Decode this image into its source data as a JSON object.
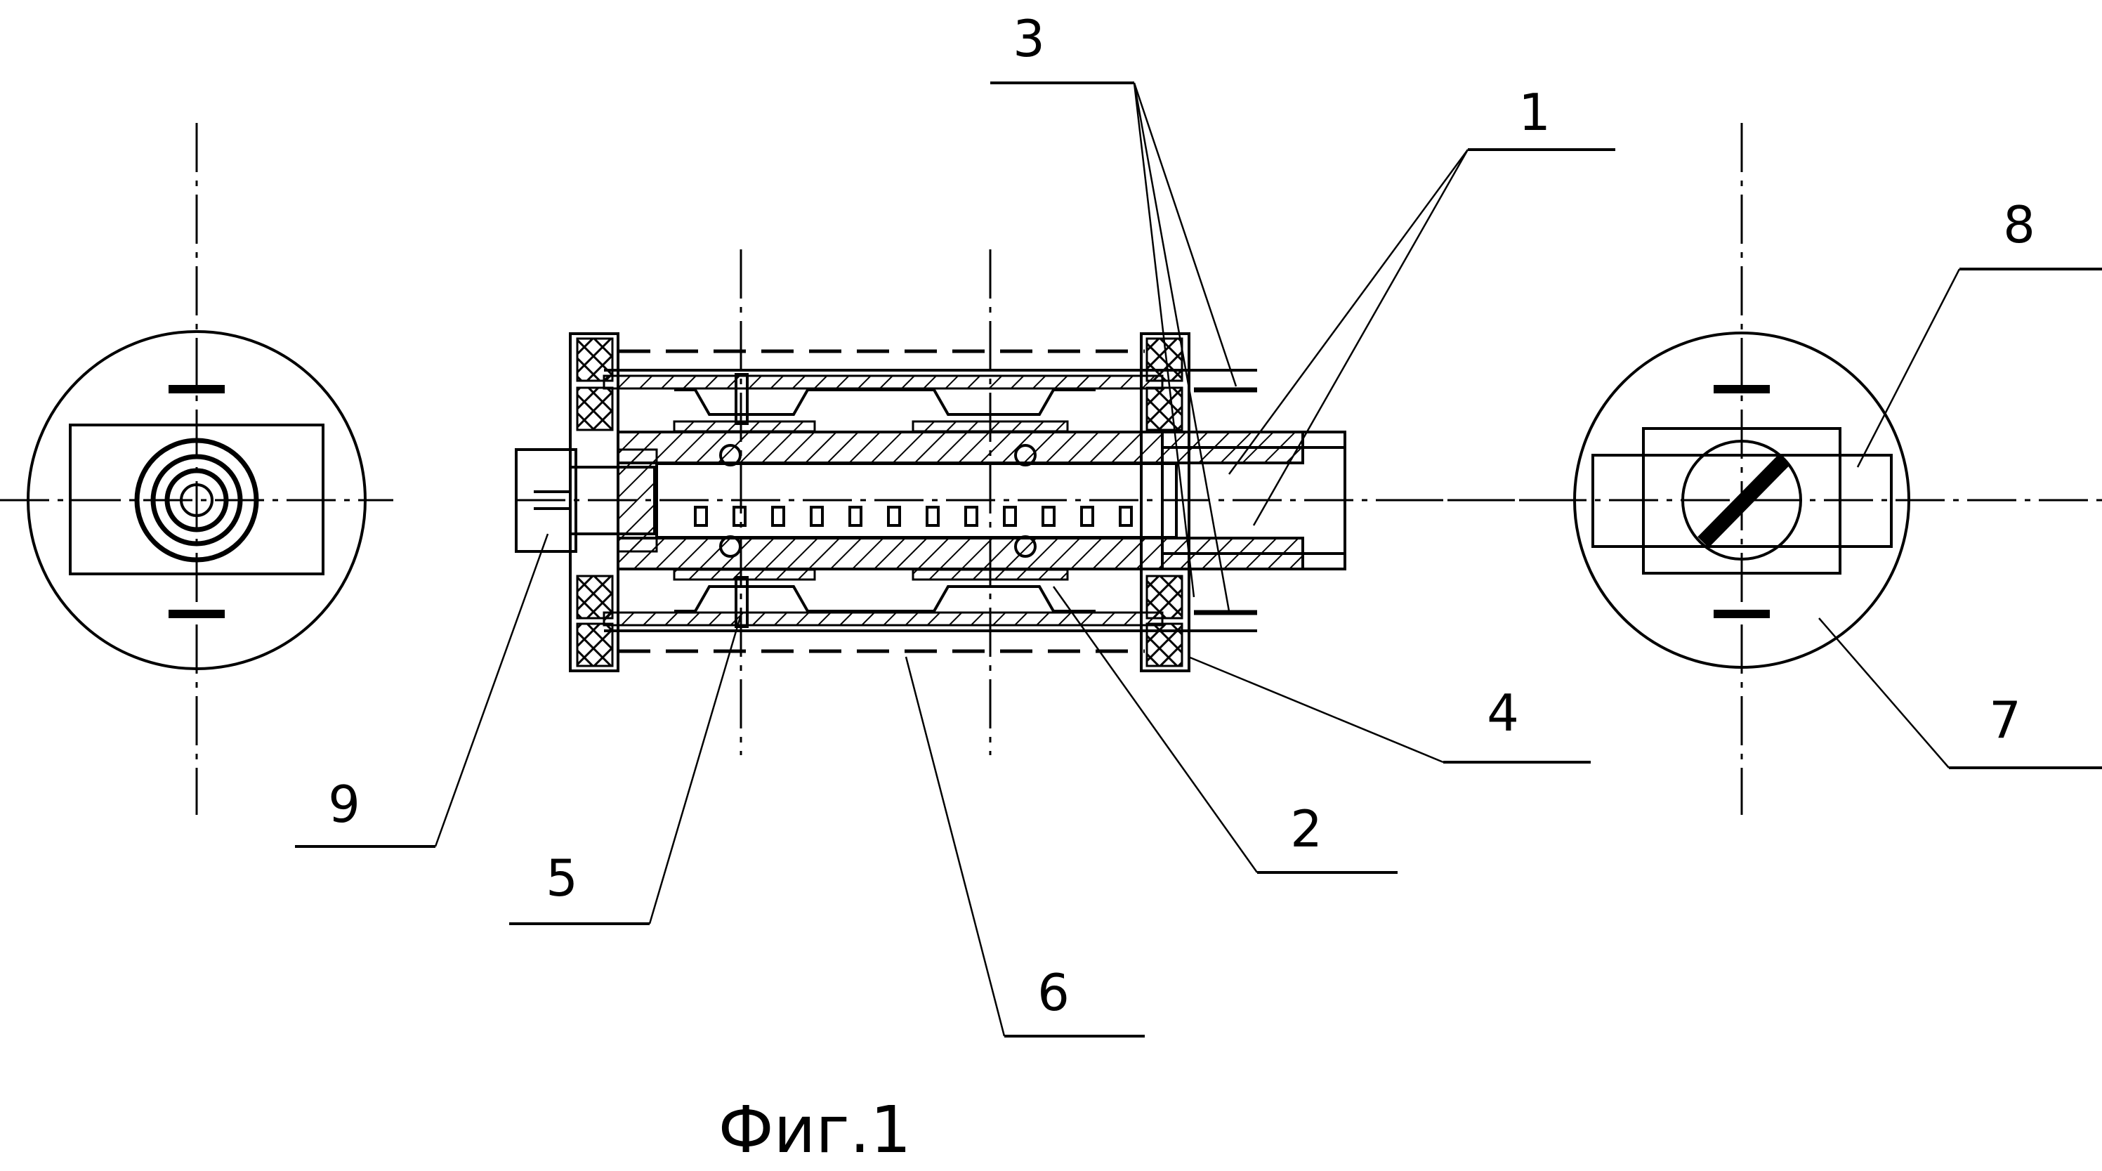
{
  "figure": {
    "caption": "Фиг.1",
    "callouts": [
      {
        "id": "c1",
        "text": "1"
      },
      {
        "id": "c2",
        "text": "2"
      },
      {
        "id": "c3",
        "text": "3"
      },
      {
        "id": "c4",
        "text": "4"
      },
      {
        "id": "c5",
        "text": "5"
      },
      {
        "id": "c6",
        "text": "6"
      },
      {
        "id": "c7",
        "text": "7"
      },
      {
        "id": "c8",
        "text": "8"
      },
      {
        "id": "c9",
        "text": "9"
      }
    ]
  }
}
